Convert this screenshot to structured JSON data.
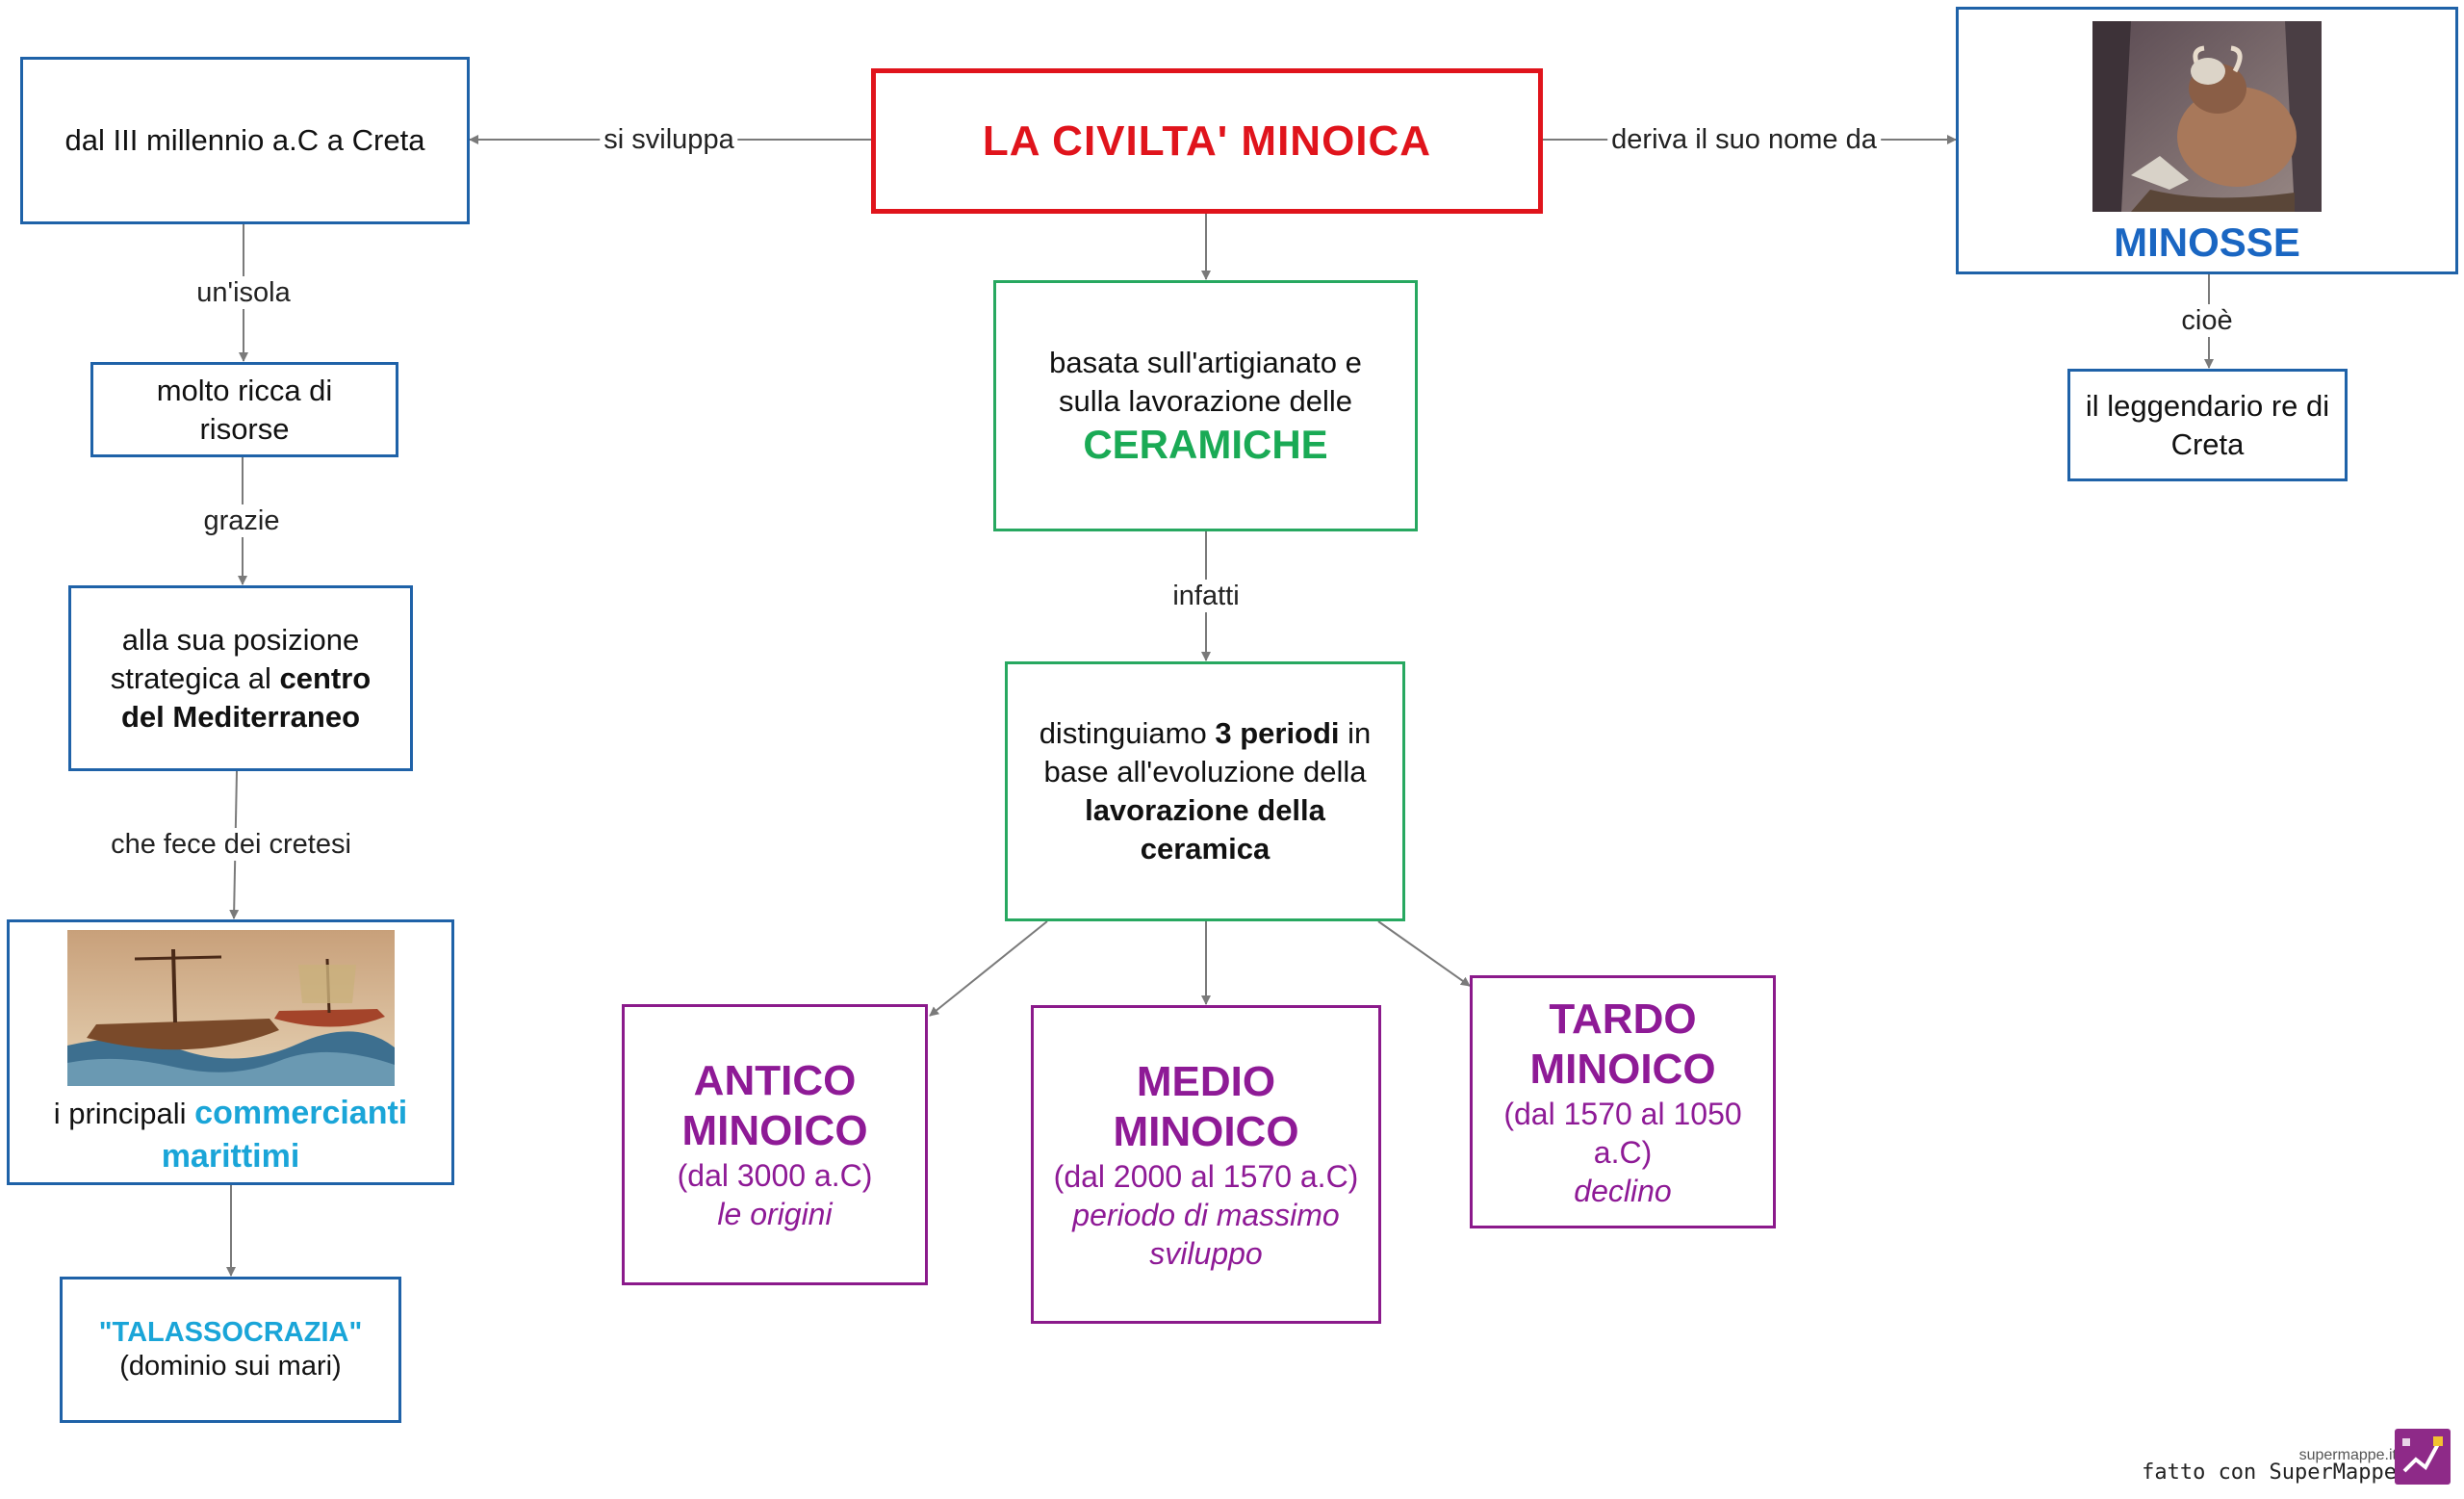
{
  "nodes": {
    "main": "LA CIVILTA' MINOICA",
    "origin": "dal III millennio a.C a Creta",
    "rich": "molto ricca di risorse",
    "position": {
      "pre": "alla sua posizione strategica al ",
      "bold": "centro del Mediterraneo"
    },
    "merchants": {
      "pre": "i principali ",
      "highlight": "commercianti marittimi"
    },
    "thalasso": {
      "title": "\"TALASSOCRAZIA\"",
      "sub": "(dominio sui mari)"
    },
    "crafts": {
      "text": "basata sull'artigianato e sulla lavorazione delle",
      "highlight": "CERAMICHE"
    },
    "periods_intro": {
      "p1": "distinguiamo ",
      "b1": "3 periodi",
      "p2": " in base all'evoluzione della ",
      "b2": "lavorazione della ceramica"
    },
    "minosse": "MINOSSE",
    "king": "il leggendario re di Creta",
    "antico": {
      "title": "ANTICO MINOICO",
      "dates": "(dal 3000 a.C)",
      "desc": "le origini"
    },
    "medio": {
      "title": "MEDIO MINOICO",
      "dates": "(dal 2000 al 1570 a.C)",
      "desc": "periodo di massimo sviluppo"
    },
    "tardo": {
      "title": "TARDO MINOICO",
      "dates": "(dal 1570 al 1050 a.C)",
      "desc": "declino"
    }
  },
  "links": {
    "si_sviluppa": "si sviluppa",
    "deriva": "deriva il suo nome da",
    "un_isola": "un'isola",
    "grazie": "grazie",
    "che_fece": "che fece dei cretesi",
    "infatti": "infatti",
    "cioe": "cioè"
  },
  "footer": {
    "site": "supermappe.it",
    "credit": "fatto con SuperMappe"
  },
  "colors": {
    "main_border": "#e0141c",
    "blue_border": "#1f62a8",
    "green_border": "#27a860",
    "purple": "#8e1a96",
    "cyan": "#1aa5d8",
    "green_text": "#1aaa55"
  }
}
